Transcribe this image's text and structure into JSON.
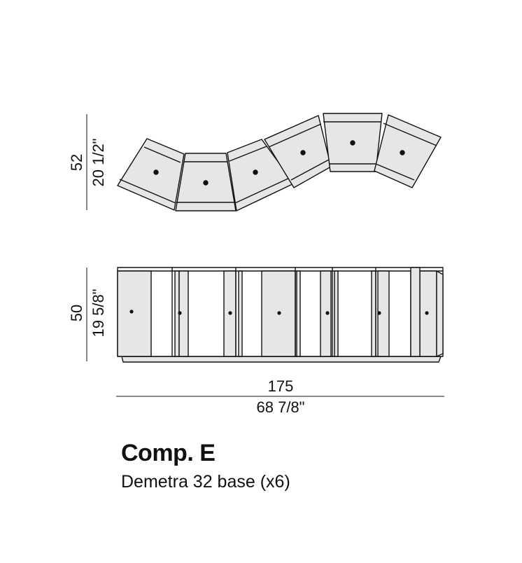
{
  "plan_view": {
    "height_cm": "52",
    "height_in": "20 1/2\""
  },
  "front_view": {
    "height_cm": "50",
    "height_in": "19 5/8\""
  },
  "width": {
    "cm": "175",
    "in": "68 7/8\""
  },
  "caption": {
    "title": "Comp. E",
    "subtitle": "Demetra 32 base (x6)"
  },
  "colors": {
    "panel_fill": "#e6e6e6",
    "line": "#111111",
    "background": "#ffffff"
  }
}
